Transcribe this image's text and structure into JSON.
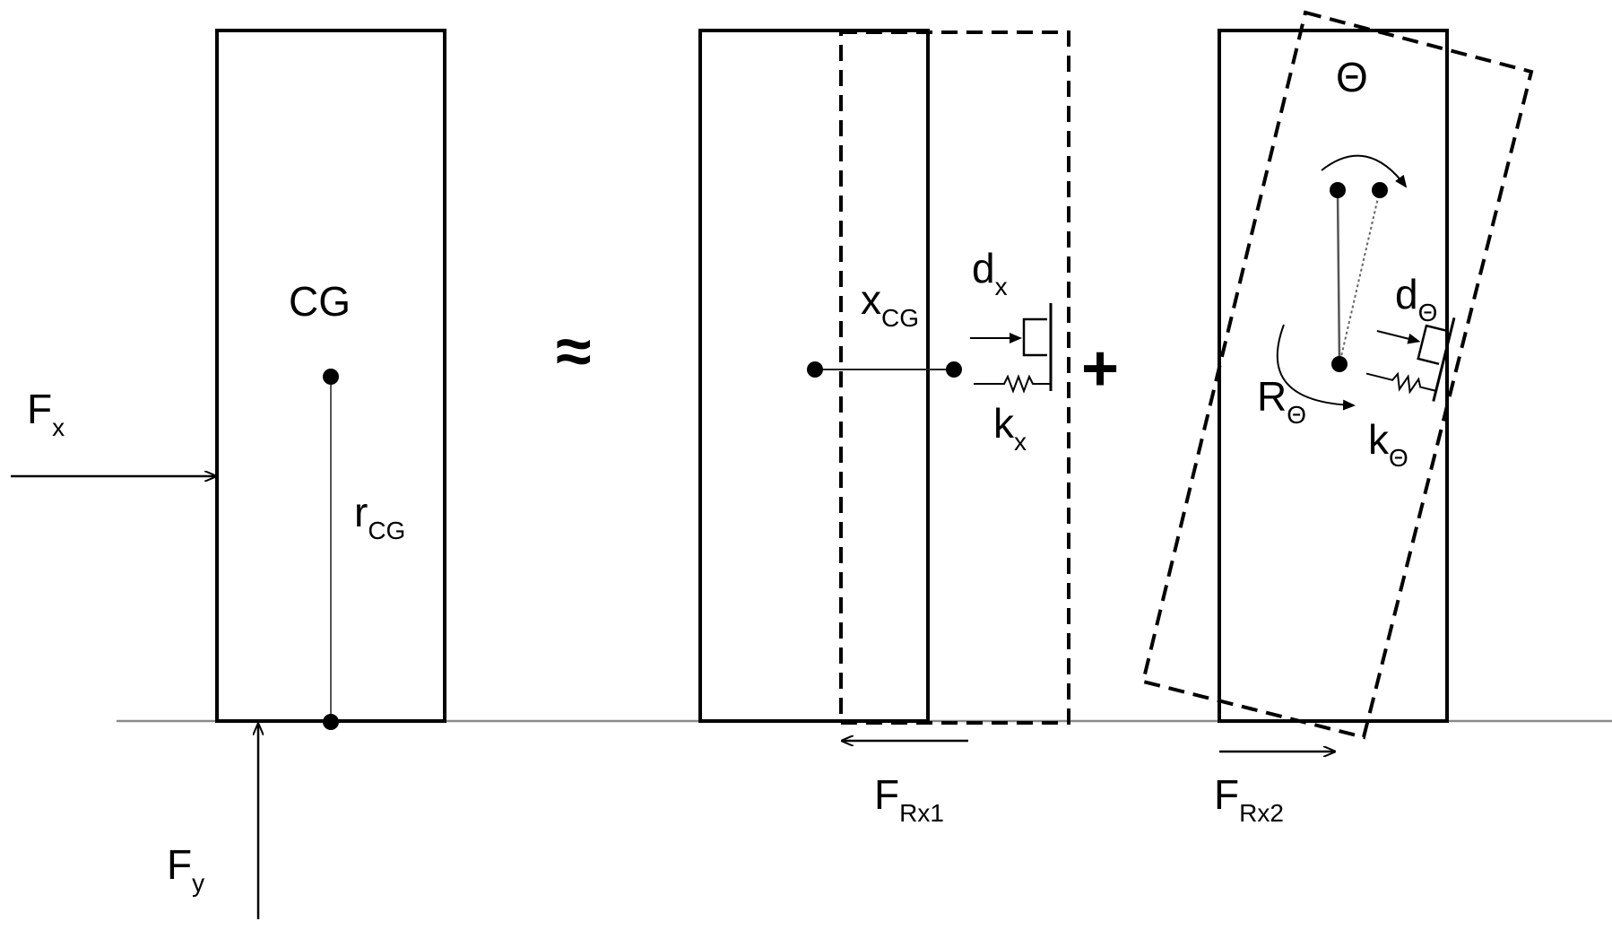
{
  "diagram": {
    "labels": {
      "cg": "CG",
      "fx_main": "F",
      "fx_sub": "x",
      "fy_main": "F",
      "fy_sub": "y",
      "rcg_main": "r",
      "rcg_sub": "CG",
      "approx": "≈",
      "xcg_main": "x",
      "xcg_sub": "CG",
      "dx_main": "d",
      "dx_sub": "x",
      "kx_main": "k",
      "kx_sub": "x",
      "plus": "+",
      "frx1_main": "F",
      "frx1_sub": "Rx1",
      "theta": "Θ",
      "dtheta_main": "d",
      "dtheta_sub": "Θ",
      "rtheta_main": "R",
      "rtheta_sub": "Θ",
      "ktheta_main": "k",
      "ktheta_sub": "Θ",
      "frx2_main": "F",
      "frx2_sub": "Rx2"
    },
    "colors": {
      "stroke": "#000000",
      "ground": "#8a8a8a",
      "thin": "#555555"
    }
  }
}
